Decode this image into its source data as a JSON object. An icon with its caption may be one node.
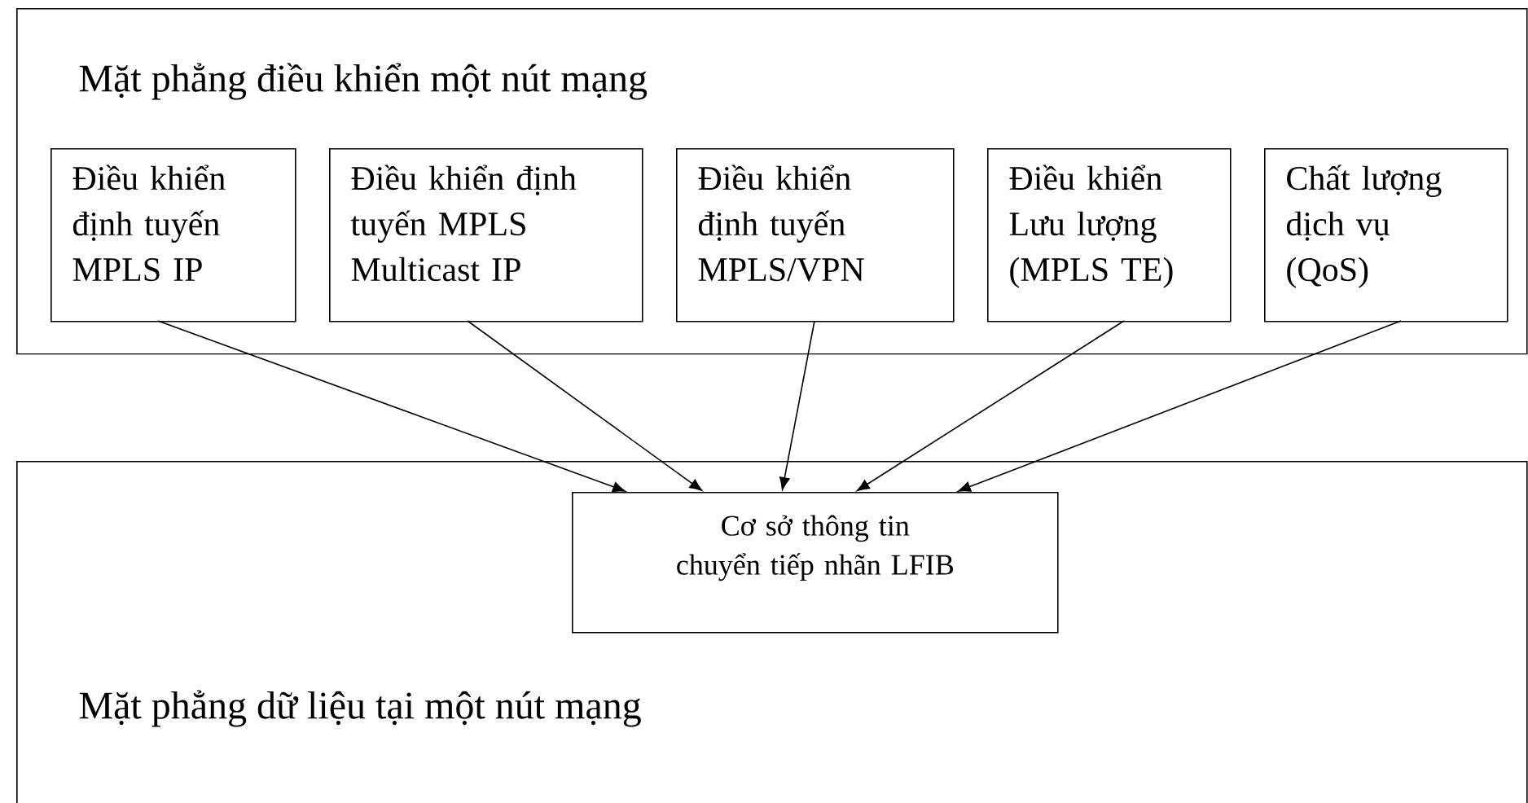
{
  "diagram": {
    "nodes": [
      {
        "text": [
          "Mặt phẳng điều khiển một nút mạng"
        ]
      },
      {
        "text": [
          "Điều khiển định tuyến MPLS IP"
        ],
        "in": 0
      },
      {
        "text": [
          "Điều khiển định tuyến MPLS Multicast IP"
        ],
        "in": 0
      },
      {
        "text": [
          "Điều khiển định tuyến MPLS/VPN"
        ],
        "in": 0
      },
      {
        "text": [
          "Điều khiển Lưu lượng (MPLS TE)"
        ],
        "in": 0
      },
      {
        "text": [
          "Chất lượng dịch vụ (QoS)"
        ],
        "in": 0
      },
      {
        "text": [
          "Mặt phẳng dữ liệu tại một nút mạng"
        ]
      },
      {
        "text": [
          "Cơ sở thông tin chuyển tiếp nhãn LFIB"
        ],
        "in": 6
      }
    ],
    "edges": [
      {
        "from": 1,
        "to": 7,
        "arrow": "to"
      },
      {
        "from": 2,
        "to": 7,
        "arrow": "to"
      },
      {
        "from": 3,
        "to": 7,
        "arrow": "to"
      },
      {
        "from": 4,
        "to": 7,
        "arrow": "to"
      },
      {
        "from": 5,
        "to": 7,
        "arrow": "to"
      }
    ]
  }
}
